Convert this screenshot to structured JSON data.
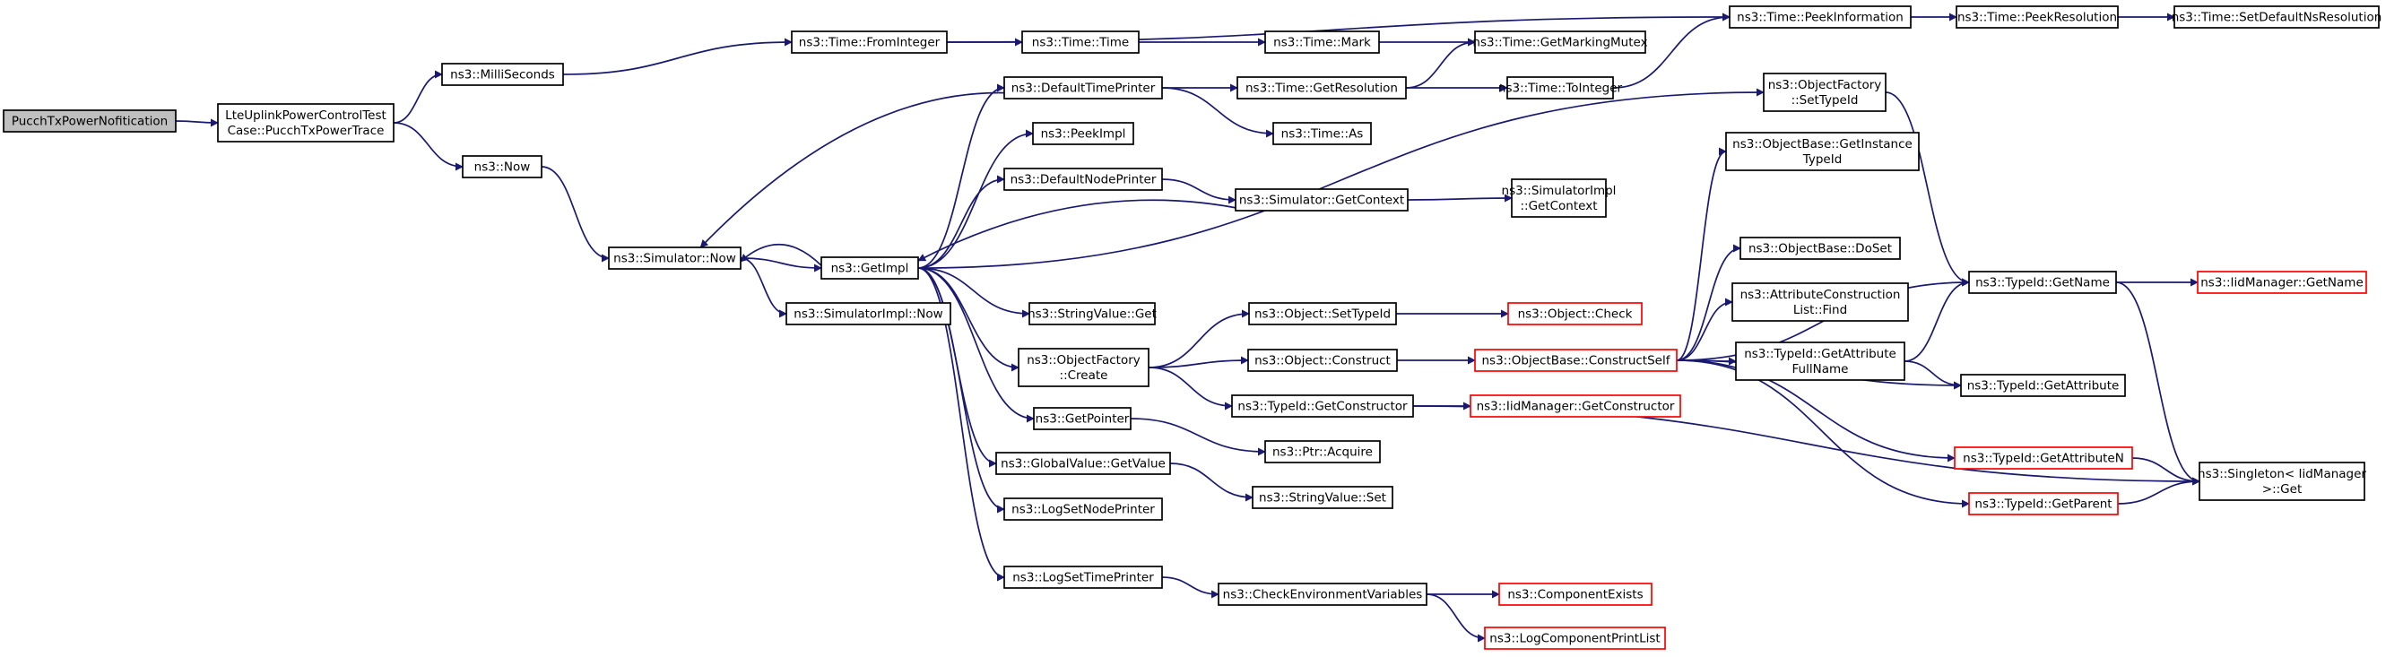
{
  "colors": {
    "edge": "#191970",
    "border": "#000000",
    "red_border": "#ff0000",
    "root_fill": "#bfbfbf",
    "fill": "#ffffff"
  },
  "nodes": [
    {
      "id": "pucch",
      "lines": [
        "PucchTxPowerNofitication"
      ],
      "style": "root"
    },
    {
      "id": "lte",
      "lines": [
        "LteUplinkPowerControlTest",
        "Case::PucchTxPowerTrace"
      ],
      "style": "normal"
    },
    {
      "id": "milli",
      "lines": [
        "ns3::MilliSeconds"
      ],
      "style": "normal"
    },
    {
      "id": "now",
      "lines": [
        "ns3::Now"
      ],
      "style": "normal"
    },
    {
      "id": "fromint",
      "lines": [
        "ns3::Time::FromInteger"
      ],
      "style": "normal"
    },
    {
      "id": "simnow",
      "lines": [
        "ns3::Simulator::Now"
      ],
      "style": "normal"
    },
    {
      "id": "getimpl",
      "lines": [
        "ns3::GetImpl"
      ],
      "style": "normal"
    },
    {
      "id": "simimplnow",
      "lines": [
        "ns3::SimulatorImpl::Now"
      ],
      "style": "normal"
    },
    {
      "id": "timetime",
      "lines": [
        "ns3::Time::Time"
      ],
      "style": "normal"
    },
    {
      "id": "dtp",
      "lines": [
        "ns3::DefaultTimePrinter"
      ],
      "style": "normal"
    },
    {
      "id": "peekimpl",
      "lines": [
        "ns3::PeekImpl"
      ],
      "style": "normal"
    },
    {
      "id": "dnp",
      "lines": [
        "ns3::DefaultNodePrinter"
      ],
      "style": "normal"
    },
    {
      "id": "strget",
      "lines": [
        "ns3::StringValue::Get"
      ],
      "style": "normal"
    },
    {
      "id": "ofcreate",
      "lines": [
        "ns3::ObjectFactory",
        "::Create"
      ],
      "style": "normal"
    },
    {
      "id": "getptr",
      "lines": [
        "ns3::GetPointer"
      ],
      "style": "normal"
    },
    {
      "id": "gvget",
      "lines": [
        "ns3::GlobalValue::GetValue"
      ],
      "style": "normal"
    },
    {
      "id": "lsnp",
      "lines": [
        "ns3::LogSetNodePrinter"
      ],
      "style": "normal"
    },
    {
      "id": "lstp",
      "lines": [
        "ns3::LogSetTimePrinter"
      ],
      "style": "normal"
    },
    {
      "id": "mark",
      "lines": [
        "ns3::Time::Mark"
      ],
      "style": "normal"
    },
    {
      "id": "getres",
      "lines": [
        "ns3::Time::GetResolution"
      ],
      "style": "normal"
    },
    {
      "id": "timeas",
      "lines": [
        "ns3::Time::As"
      ],
      "style": "normal"
    },
    {
      "id": "getctx",
      "lines": [
        "ns3::Simulator::GetContext"
      ],
      "style": "normal"
    },
    {
      "id": "setTid",
      "lines": [
        "ns3::Object::SetTypeId"
      ],
      "style": "normal"
    },
    {
      "id": "construct",
      "lines": [
        "ns3::Object::Construct"
      ],
      "style": "normal"
    },
    {
      "id": "getctor",
      "lines": [
        "ns3::TypeId::GetConstructor"
      ],
      "style": "normal"
    },
    {
      "id": "acquire",
      "lines": [
        "ns3::Ptr::Acquire"
      ],
      "style": "normal"
    },
    {
      "id": "strset",
      "lines": [
        "ns3::StringValue::Set"
      ],
      "style": "normal"
    },
    {
      "id": "chkenv",
      "lines": [
        "ns3::CheckEnvironmentVariables"
      ],
      "style": "normal"
    },
    {
      "id": "gmm",
      "lines": [
        "ns3::Time::GetMarkingMutex"
      ],
      "style": "normal"
    },
    {
      "id": "toint",
      "lines": [
        "ns3::Time::ToInteger"
      ],
      "style": "normal"
    },
    {
      "id": "siGetCtx",
      "lines": [
        "ns3::SimulatorImpl",
        "::GetContext"
      ],
      "style": "normal"
    },
    {
      "id": "objcheck",
      "lines": [
        "ns3::Object::Check"
      ],
      "style": "red"
    },
    {
      "id": "cself",
      "lines": [
        "ns3::ObjectBase::ConstructSelf"
      ],
      "style": "red"
    },
    {
      "id": "iidGetCtor",
      "lines": [
        "ns3::IidManager::GetConstructor"
      ],
      "style": "red"
    },
    {
      "id": "compex",
      "lines": [
        "ns3::ComponentExists"
      ],
      "style": "red"
    },
    {
      "id": "lcpl",
      "lines": [
        "ns3::LogComponentPrintList"
      ],
      "style": "red"
    },
    {
      "id": "peekinfo",
      "lines": [
        "ns3::Time::PeekInformation"
      ],
      "style": "normal"
    },
    {
      "id": "ofSetTid",
      "lines": [
        "ns3::ObjectFactory",
        "::SetTypeId"
      ],
      "style": "normal"
    },
    {
      "id": "obGetInst",
      "lines": [
        "ns3::ObjectBase::GetInstance",
        "TypeId"
      ],
      "style": "normal"
    },
    {
      "id": "doset",
      "lines": [
        "ns3::ObjectBase::DoSet"
      ],
      "style": "normal"
    },
    {
      "id": "aclfind",
      "lines": [
        "ns3::AttributeConstruction",
        "List::Find"
      ],
      "style": "normal"
    },
    {
      "id": "tidGetAttrFull",
      "lines": [
        "ns3::TypeId::GetAttribute",
        "FullName"
      ],
      "style": "normal"
    },
    {
      "id": "peekres",
      "lines": [
        "ns3::Time::PeekResolution"
      ],
      "style": "normal"
    },
    {
      "id": "tidGetName",
      "lines": [
        "ns3::TypeId::GetName"
      ],
      "style": "normal"
    },
    {
      "id": "tidGetAttr",
      "lines": [
        "ns3::TypeId::GetAttribute"
      ],
      "style": "normal"
    },
    {
      "id": "tidGetAttrN",
      "lines": [
        "ns3::TypeId::GetAttributeN"
      ],
      "style": "red"
    },
    {
      "id": "tidGetParent",
      "lines": [
        "ns3::TypeId::GetParent"
      ],
      "style": "red"
    },
    {
      "id": "setdefns",
      "lines": [
        "ns3::Time::SetDefaultNsResolution"
      ],
      "style": "normal"
    },
    {
      "id": "iidGetName",
      "lines": [
        "ns3::IidManager::GetName"
      ],
      "style": "red"
    },
    {
      "id": "singleton",
      "lines": [
        "ns3::Singleton< IidManager",
        ">::Get"
      ],
      "style": "normal"
    }
  ],
  "edges": [
    [
      "pucch",
      "lte"
    ],
    [
      "lte",
      "milli"
    ],
    [
      "lte",
      "now"
    ],
    [
      "milli",
      "fromint"
    ],
    [
      "now",
      "simnow"
    ],
    [
      "fromint",
      "timetime"
    ],
    [
      "fromint",
      "peekinfo"
    ],
    [
      "simnow",
      "getimpl"
    ],
    [
      "simnow",
      "simimplnow"
    ],
    [
      "getimpl",
      "dtp"
    ],
    [
      "getimpl",
      "peekimpl"
    ],
    [
      "getimpl",
      "dnp"
    ],
    [
      "getimpl",
      "strget"
    ],
    [
      "getimpl",
      "ofcreate"
    ],
    [
      "getimpl",
      "getptr"
    ],
    [
      "getimpl",
      "gvget"
    ],
    [
      "getimpl",
      "lsnp"
    ],
    [
      "getimpl",
      "lstp"
    ],
    [
      "getimpl",
      "ofSetTid"
    ],
    [
      "getimpl",
      "simnow"
    ],
    [
      "dtp",
      "simnow"
    ],
    [
      "dtp",
      "getres"
    ],
    [
      "dtp",
      "timeas"
    ],
    [
      "timetime",
      "mark"
    ],
    [
      "mark",
      "gmm"
    ],
    [
      "getres",
      "gmm"
    ],
    [
      "getres",
      "toint"
    ],
    [
      "toint",
      "peekinfo"
    ],
    [
      "dnp",
      "getctx"
    ],
    [
      "getctx",
      "siGetCtx"
    ],
    [
      "getctx",
      "getimpl"
    ],
    [
      "ofcreate",
      "setTid"
    ],
    [
      "ofcreate",
      "construct"
    ],
    [
      "ofcreate",
      "getctor"
    ],
    [
      "setTid",
      "objcheck"
    ],
    [
      "construct",
      "cself"
    ],
    [
      "getctor",
      "iidGetCtor"
    ],
    [
      "getctor",
      "singleton"
    ],
    [
      "getptr",
      "acquire"
    ],
    [
      "gvget",
      "strset"
    ],
    [
      "lstp",
      "chkenv"
    ],
    [
      "chkenv",
      "compex"
    ],
    [
      "chkenv",
      "lcpl"
    ],
    [
      "peekinfo",
      "peekres"
    ],
    [
      "peekres",
      "setdefns"
    ],
    [
      "ofSetTid",
      "tidGetName"
    ],
    [
      "cself",
      "obGetInst"
    ],
    [
      "cself",
      "tidGetName"
    ],
    [
      "cself",
      "doset"
    ],
    [
      "cself",
      "aclfind"
    ],
    [
      "cself",
      "tidGetAttrFull"
    ],
    [
      "cself",
      "tidGetAttr"
    ],
    [
      "cself",
      "tidGetAttrN"
    ],
    [
      "cself",
      "tidGetParent"
    ],
    [
      "tidGetAttrFull",
      "tidGetName"
    ],
    [
      "tidGetAttrFull",
      "tidGetAttr"
    ],
    [
      "tidGetName",
      "iidGetName"
    ],
    [
      "tidGetName",
      "singleton"
    ],
    [
      "tidGetAttrN",
      "singleton"
    ],
    [
      "tidGetParent",
      "singleton"
    ]
  ]
}
